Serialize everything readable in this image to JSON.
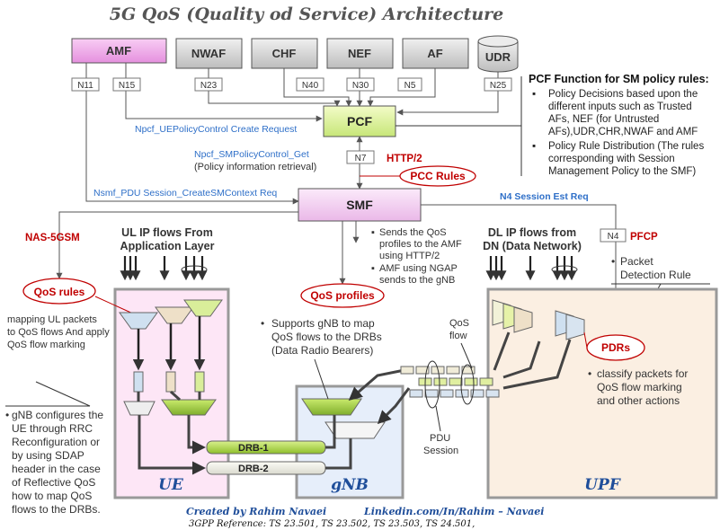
{
  "title": "5G QoS (Quality od Service) Architecture",
  "network_functions": {
    "amf": "AMF",
    "nwaf": "NWAF",
    "chf": "CHF",
    "nef": "NEF",
    "af": "AF",
    "udr": "UDR",
    "pcf": "PCF",
    "smf": "SMF"
  },
  "interfaces": {
    "n11": "N11",
    "n15": "N15",
    "n23": "N23",
    "n40": "N40",
    "n30": "N30",
    "n5": "N5",
    "n25": "N25",
    "n7": "N7",
    "n4": "N4"
  },
  "labels": {
    "ue_policy_request": "Npcf_UEPolicyControl Create Request",
    "sm_policy_get": "Npcf_SMPolicyControl_Get",
    "policy_retrieval": "(Policy information retrieval)",
    "http2": "HTTP/2",
    "pcc_rules": "PCC Rules",
    "nsmf_create": "Nsmf_PDU Session_CreateSMContext Req",
    "n4_session": "N4 Session Est Req",
    "pfcp": "PFCP",
    "nas_5gsm": "NAS-5GSM",
    "smf_note_1": "Sends the QoS",
    "smf_note_2": "profiles to the AMF",
    "smf_note_3": "using HTTP/2",
    "smf_note_4": "AMF using NGAP",
    "smf_note_5": "sends to the gNB",
    "ul_flows_1": "UL IP flows From",
    "ul_flows_2": "Application Layer",
    "dl_flows_1": "DL IP flows from",
    "dl_flows_2": "DN (Data Network)",
    "packet_detection_1": "Packet",
    "packet_detection_2": "Detection Rule",
    "qos_rules": "QoS rules",
    "qos_rules_note_1": "mapping UL packets",
    "qos_rules_note_2": "to QoS flows And apply",
    "qos_rules_note_3": "QoS flow  marking",
    "qos_profiles": "QoS profiles",
    "qos_profiles_note_1": "Supports gNB to map",
    "qos_profiles_note_2": "QoS flows to the DRBs",
    "qos_profiles_note_3": "(Data Radio Bearers)",
    "qos_flow_1": "QoS",
    "qos_flow_2": "flow",
    "pdrs": "PDRs",
    "pdrs_note_1": "classify packets for",
    "pdrs_note_2": "QoS flow marking",
    "pdrs_note_3": "and other actions",
    "pdu_session_1": "PDU",
    "pdu_session_2": "Session",
    "drb1": "DRB-1",
    "drb2": "DRB-2",
    "ue": "UE",
    "gnb": "gNB",
    "upf": "UPF",
    "gnb_rrc_1": "gNB configures the",
    "gnb_rrc_2": "UE through RRC",
    "gnb_rrc_3": "Reconfiguration or",
    "gnb_rrc_4": "by using SDAP",
    "gnb_rrc_5": "header in the case",
    "gnb_rrc_6": "of Reflective QoS",
    "gnb_rrc_7": "how to map QoS",
    "gnb_rrc_8": "flows to the DRBs."
  },
  "pcf_function": {
    "heading": "PCF Function for SM policy rules:",
    "b1_1": "Policy Decisions based upon the",
    "b1_2": "different inputs such as Trusted",
    "b1_3": "AFs, NEF (for Untrusted",
    "b1_4": "AFs),UDR,CHR,NWAF and AMF",
    "b2_1": "Policy Rule Distribution (The rules",
    "b2_2": "corresponding with Session",
    "b2_3": "Management Policy to the SMF)"
  },
  "footer": {
    "created_by": "Created by Rahim Navaei",
    "linkedin": "Linkedin.com/In/Rahim – Navaei",
    "reference": "3GPP Reference: TS 23.501, TS 23.502, TS 23.503, TS 24.501,"
  },
  "colors": {
    "amf_fill": "#f4b5f0",
    "pcf_fill": "#e3f5a4",
    "smf_fill": "#f6dcf5",
    "gray_box": "#d9d9d9",
    "ue_bg": "#fde6f6",
    "gnb_bg": "#e6eefa",
    "upf_bg": "#fbefe2",
    "accent_blue": "#2e6fc8",
    "accent_red": "#c00000"
  }
}
